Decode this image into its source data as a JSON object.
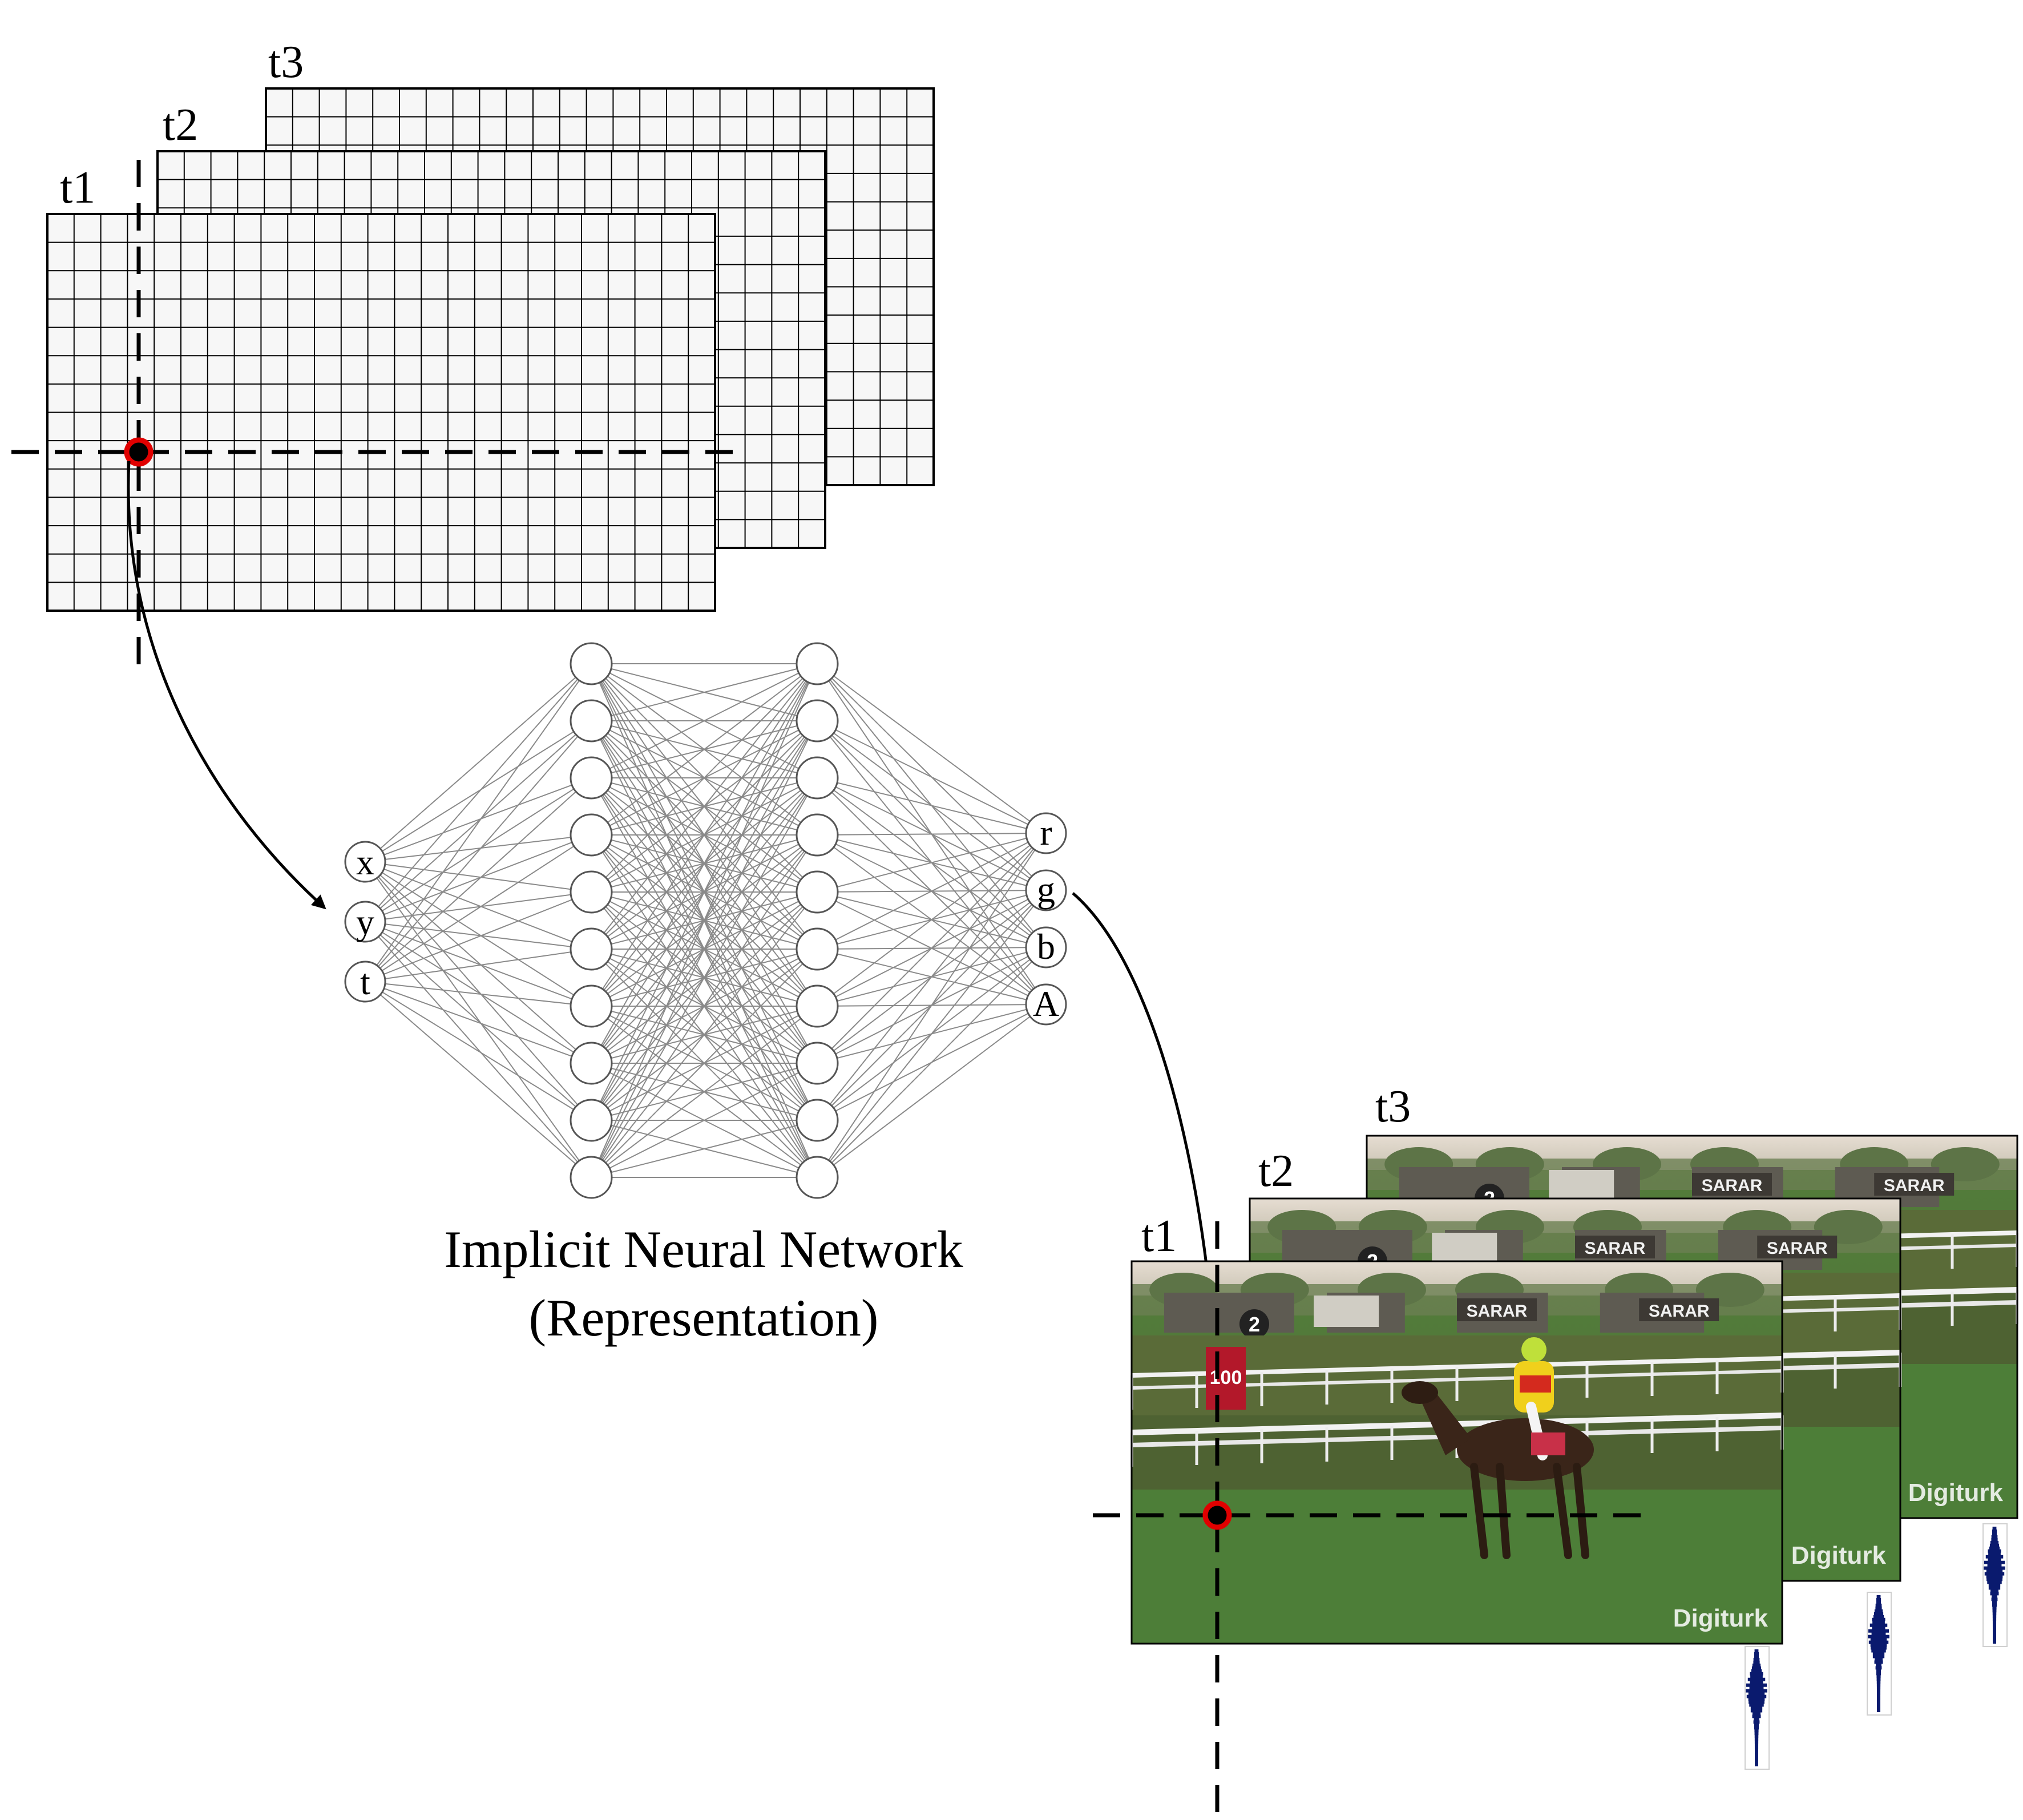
{
  "input_grids": {
    "labels": [
      "t1",
      "t2",
      "t3"
    ],
    "colors": {
      "grid_line": "#000000",
      "grid_fill": "#f7f7f7"
    }
  },
  "network": {
    "input_labels": [
      "x",
      "y",
      "t"
    ],
    "output_labels": [
      "r",
      "g",
      "b",
      "A"
    ],
    "hidden_layers": 2,
    "hidden_neurons_per_layer": 10,
    "caption_line1": "Implicit Neural Network",
    "caption_line2": "(Representation)",
    "colors": {
      "connection": "#8a8a8a",
      "neuron_stroke": "#555555"
    }
  },
  "output_frames": {
    "labels": [
      "t1",
      "t2",
      "t3"
    ],
    "watermark": "Digiturk",
    "billboard_text": "SARAR",
    "post_number": "2",
    "distance_marker": "100",
    "colors": {
      "grass": "#4f7a3a",
      "sky": "#d8cdbd",
      "audio": "#0a1a6e"
    }
  },
  "marker": {
    "colors": {
      "ring": "#e00000",
      "dot": "#000000"
    }
  }
}
